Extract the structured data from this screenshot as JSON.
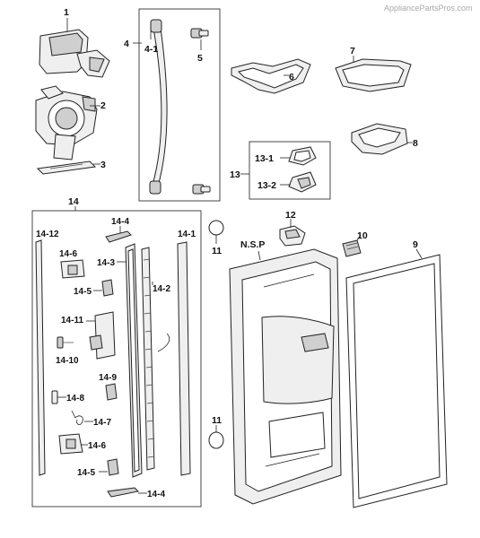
{
  "watermark": "AppliancePartsPros.com",
  "callouts": {
    "c1": "1",
    "c2": "2",
    "c3": "3",
    "c4": "4",
    "c4_1": "4-1",
    "c5": "5",
    "c6": "6",
    "c7": "7",
    "c8": "8",
    "c9": "9",
    "c10": "10",
    "c11_top": "11",
    "c11_bottom": "11",
    "c12": "12",
    "c13": "13",
    "c13_1": "13-1",
    "c13_2": "13-2",
    "c14": "14",
    "c14_1": "14-1",
    "c14_2": "14-2",
    "c14_3": "14-3",
    "c14_4_top": "14-4",
    "c14_4_bottom": "14-4",
    "c14_5_top": "14-5",
    "c14_5_bottom": "14-5",
    "c14_6_top": "14-6",
    "c14_6_bottom": "14-6",
    "c14_7": "14-7",
    "c14_8": "14-8",
    "c14_9": "14-9",
    "c14_10": "14-10",
    "c14_11": "14-11",
    "c14_12": "14-12",
    "nsp": "N.S.P"
  }
}
